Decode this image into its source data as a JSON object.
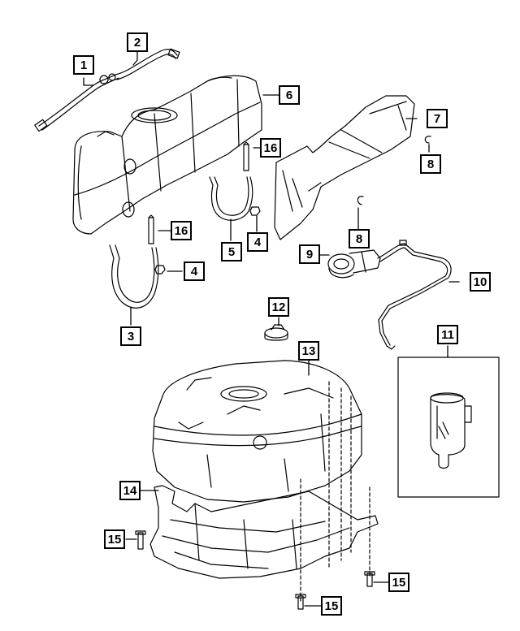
{
  "callouts": [
    {
      "id": "c1",
      "label": "1"
    },
    {
      "id": "c2",
      "label": "2"
    },
    {
      "id": "c3",
      "label": "3"
    },
    {
      "id": "c4a",
      "label": "4"
    },
    {
      "id": "c4b",
      "label": "4"
    },
    {
      "id": "c5",
      "label": "5"
    },
    {
      "id": "c6",
      "label": "6"
    },
    {
      "id": "c7",
      "label": "7"
    },
    {
      "id": "c8a",
      "label": "8"
    },
    {
      "id": "c8b",
      "label": "8"
    },
    {
      "id": "c9",
      "label": "9"
    },
    {
      "id": "c10",
      "label": "10"
    },
    {
      "id": "c11",
      "label": "11"
    },
    {
      "id": "c12",
      "label": "12"
    },
    {
      "id": "c13",
      "label": "13"
    },
    {
      "id": "c14",
      "label": "14"
    },
    {
      "id": "c15a",
      "label": "15"
    },
    {
      "id": "c15b",
      "label": "15"
    },
    {
      "id": "c15c",
      "label": "15"
    },
    {
      "id": "c16a",
      "label": "16"
    },
    {
      "id": "c16b",
      "label": "16"
    }
  ]
}
